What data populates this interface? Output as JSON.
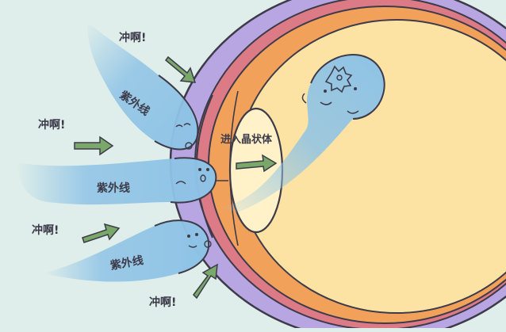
{
  "labels": {
    "uv": "紫外线",
    "charge": "冲啊!",
    "enter_lens": "进入晶状体"
  },
  "colors": {
    "background": "#dfeeea",
    "eye_outer": "#b8a6e3",
    "eye_red_layer": "#dc7a86",
    "iris": "#f2a15a",
    "eyeball_fill": "#fde3a3",
    "lens": "#fff2c8",
    "ghost": "#8ec3e6",
    "arrow": "#79a86a",
    "outline": "#3d3b4a"
  },
  "icons": {
    "ghost_face": "ghost-face-icon",
    "flower": "flower-icon",
    "arrow": "right-arrow-icon"
  }
}
